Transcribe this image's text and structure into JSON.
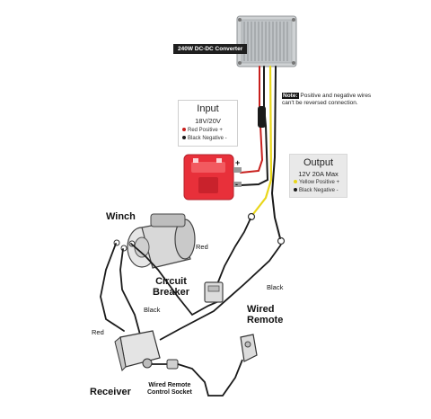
{
  "converter": {
    "tag": "240W DC-DC Converter"
  },
  "note": {
    "label": "Note:",
    "text_line1": "Positive and negative wires",
    "text_line2": "can't be reversed connection."
  },
  "input": {
    "title": "Input",
    "voltage": "18V/20V",
    "positive": "Red Positive +",
    "negative": "Black Negative -",
    "plus_sign": "+",
    "minus_sign": "-"
  },
  "output": {
    "title": "Output",
    "rating": "12V 20A Max",
    "positive": "Yellow Positive +",
    "negative": "Black Negative -"
  },
  "labels": {
    "winch": "Winch",
    "red_top": "Red",
    "circuit_breaker_1": "Circuit",
    "circuit_breaker_2": "Breaker",
    "black_mid": "Black",
    "black_right": "Black",
    "wired_remote_1": "Wired",
    "wired_remote_2": "Remote",
    "red_left": "Red",
    "receiver": "Receiver",
    "socket_1": "Wired Remote",
    "socket_2": "Control Socket"
  },
  "colors": {
    "red_wire": "#c8201d",
    "black_wire": "#1a1a1a",
    "yellow_wire": "#e9d61a",
    "battery": "#e8303a",
    "converter_body": "#cfd2d4"
  }
}
